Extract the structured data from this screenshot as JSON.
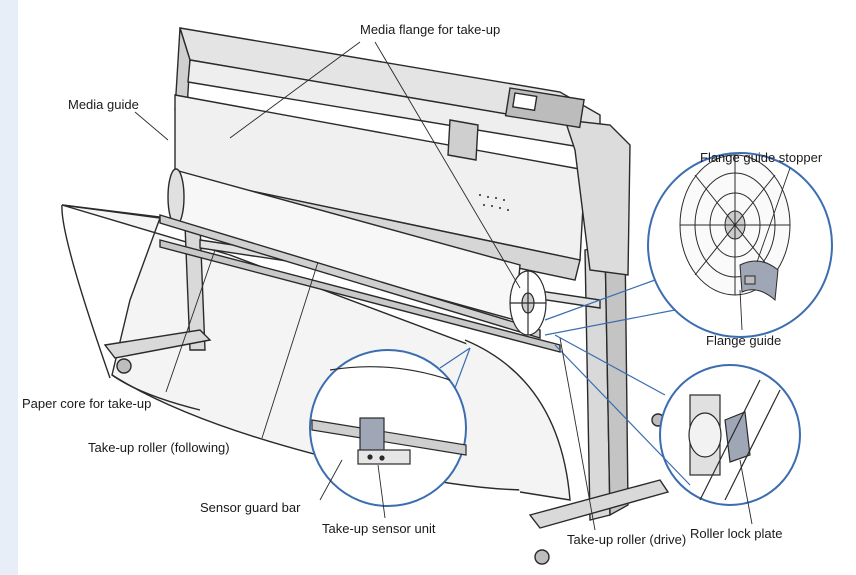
{
  "diagram": {
    "labels": {
      "media_flange": "Media flange for take-up",
      "media_guide": "Media guide",
      "flange_guide_stopper": "Flange guide stopper",
      "flange_guide": "Flange guide",
      "paper_core": "Paper core for take-up",
      "take_up_roller_following": "Take-up roller (following)",
      "sensor_guard_bar": "Sensor guard bar",
      "take_up_sensor_unit": "Take-up sensor unit",
      "take_up_roller_drive": "Take-up roller (drive)",
      "roller_lock_plate": "Roller lock plate"
    },
    "colors": {
      "line": "#2a2a2a",
      "metal": "#d9d9d9",
      "metal_dark": "#9a9a9a",
      "fabric": "#f4f4f4",
      "detail_circle": "#3b6db0",
      "background_tint": "#e8eef8"
    }
  }
}
